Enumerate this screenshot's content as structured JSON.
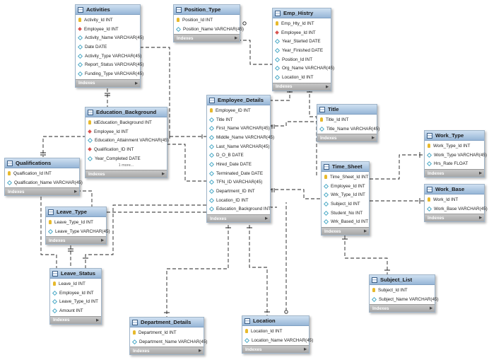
{
  "index_label": "Indexes",
  "entities": {
    "activities": {
      "title": "Activities",
      "cols": [
        {
          "icon": "pk",
          "text": "Activity_Id INT"
        },
        {
          "icon": "fk",
          "text": "Employee_Id INT"
        },
        {
          "icon": "attr",
          "text": "Activity_Name VARCHAR(45)"
        },
        {
          "icon": "attr",
          "text": "Date DATE"
        },
        {
          "icon": "attr",
          "text": "Activity_Type VARCHAR(45)"
        },
        {
          "icon": "attr",
          "text": "Report_Status VARCHAR(45)"
        },
        {
          "icon": "attr",
          "text": "Funding_Type VARCHAR(45)"
        }
      ]
    },
    "position_type": {
      "title": "Position_Type",
      "cols": [
        {
          "icon": "pk",
          "text": "Position_Id INT"
        },
        {
          "icon": "attr",
          "text": "Position_Name VARCHAR(45)"
        }
      ]
    },
    "emp_histry": {
      "title": "Emp_Histry",
      "cols": [
        {
          "icon": "pk",
          "text": "Emp_Hty_Id INT"
        },
        {
          "icon": "fk",
          "text": "Employee_Id INT"
        },
        {
          "icon": "attr",
          "text": "Year_Started DATE"
        },
        {
          "icon": "attr",
          "text": "Year_Finished DATE"
        },
        {
          "icon": "attr",
          "text": "Position_Id INT"
        },
        {
          "icon": "attr",
          "text": "Org_Name VARCHAR(45)"
        },
        {
          "icon": "attr",
          "text": "Location_Id INT"
        }
      ]
    },
    "education_background": {
      "title": "Education_Background",
      "more": "1 more...",
      "cols": [
        {
          "icon": "pk",
          "text": "idEducation_Background INT"
        },
        {
          "icon": "fk",
          "text": "Employee_Id INT"
        },
        {
          "icon": "attr",
          "text": "Education_Attainment VARCHAR(45)"
        },
        {
          "icon": "fk",
          "text": "Qualification_ID INT"
        },
        {
          "icon": "attr",
          "text": "Year_Completed DATE"
        }
      ]
    },
    "employee_details": {
      "title": "Employee_Details",
      "cols": [
        {
          "icon": "pk",
          "text": "Employee_ID INT"
        },
        {
          "icon": "attr",
          "text": "Title INT"
        },
        {
          "icon": "attr",
          "text": "First_Name VARCHAR(45)"
        },
        {
          "icon": "attr",
          "text": "Middle_Name VARCHAR(45)"
        },
        {
          "icon": "attr",
          "text": "Last_Name VARCHAR(45)"
        },
        {
          "icon": "attr",
          "text": "D_O_B DATE"
        },
        {
          "icon": "attr",
          "text": "Hired_Date DATE"
        },
        {
          "icon": "attr",
          "text": "Terminated_Date DATE"
        },
        {
          "icon": "attr",
          "text": "TFN_ID VARCHAR(45)"
        },
        {
          "icon": "attr",
          "text": "Department_ID INT"
        },
        {
          "icon": "attr",
          "text": "Location_ID INT"
        },
        {
          "icon": "attr",
          "text": "Education_Background INT"
        }
      ]
    },
    "title_tbl": {
      "title": "Title",
      "cols": [
        {
          "icon": "pk",
          "text": "Title_Id INT"
        },
        {
          "icon": "attr",
          "text": "Title_Name VARCHAR(45)"
        }
      ]
    },
    "qualifications": {
      "title": "Qualifications",
      "cols": [
        {
          "icon": "pk",
          "text": "Qualfication_Id INT"
        },
        {
          "icon": "attr",
          "text": "Qualfication_Name VARCHAR(45)"
        }
      ]
    },
    "work_type": {
      "title": "Work_Type",
      "cols": [
        {
          "icon": "pk",
          "text": "Work_Type_Id INT"
        },
        {
          "icon": "attr",
          "text": "Work_Type VARCHAR(45)"
        },
        {
          "icon": "attr",
          "text": "Hrs_Rate FLOAT"
        }
      ]
    },
    "time_sheet": {
      "title": "Time_Sheet",
      "cols": [
        {
          "icon": "pk",
          "text": "Time_Sheet_Id INT"
        },
        {
          "icon": "attr",
          "text": "Employee_Id INT"
        },
        {
          "icon": "attr",
          "text": "Wrk_Type_Id INT"
        },
        {
          "icon": "attr",
          "text": "Subject_Id INT"
        },
        {
          "icon": "attr",
          "text": "Student_No INT"
        },
        {
          "icon": "attr",
          "text": "Wrk_Based_Id INT"
        }
      ]
    },
    "leave_type": {
      "title": "Leave_Type",
      "cols": [
        {
          "icon": "pk",
          "text": "Leave_Type_Id INT"
        },
        {
          "icon": "attr",
          "text": "Leave_Type VARCHAR(45)"
        }
      ]
    },
    "work_base": {
      "title": "Work_Base",
      "cols": [
        {
          "icon": "pk",
          "text": "Work_Id INT"
        },
        {
          "icon": "attr",
          "text": "Work_Base VARCHAR(45)"
        }
      ]
    },
    "leave_status": {
      "title": "Leave_Status",
      "cols": [
        {
          "icon": "pk",
          "text": "Leave_Id INT"
        },
        {
          "icon": "attr",
          "text": "Employee_Id INT"
        },
        {
          "icon": "attr",
          "text": "Leave_Type_Id INT"
        },
        {
          "icon": "attr",
          "text": "Amount INT"
        }
      ]
    },
    "subject_list": {
      "title": "Subject_List",
      "cols": [
        {
          "icon": "pk",
          "text": "Subject_Id INT"
        },
        {
          "icon": "attr",
          "text": "Subject_Name VARCHAR(45)"
        }
      ]
    },
    "department_details": {
      "title": "Department_Details",
      "cols": [
        {
          "icon": "pk",
          "text": "Department_Id INT"
        },
        {
          "icon": "attr",
          "text": "Department_Name VARCHAR(45)"
        }
      ]
    },
    "location": {
      "title": "Location",
      "cols": [
        {
          "icon": "pk",
          "text": "Location_Id INT"
        },
        {
          "icon": "attr",
          "text": "Location_Name VARCHAR(45)"
        }
      ]
    }
  }
}
